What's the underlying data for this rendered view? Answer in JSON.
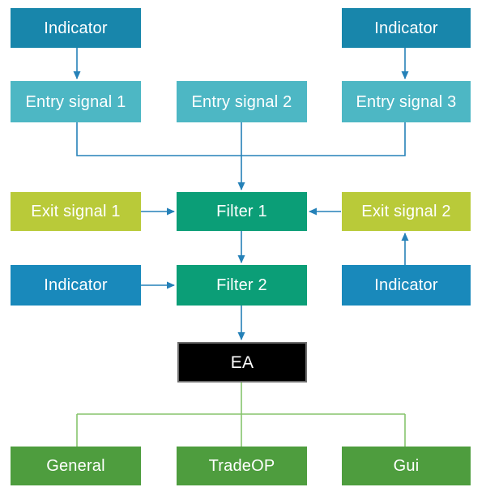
{
  "diagram": {
    "nodes": {
      "indicator_top_left": {
        "label": "Indicator"
      },
      "indicator_top_right": {
        "label": "Indicator"
      },
      "entry_signal_1": {
        "label": "Entry signal 1"
      },
      "entry_signal_2": {
        "label": "Entry signal 2"
      },
      "entry_signal_3": {
        "label": "Entry signal 3"
      },
      "exit_signal_1": {
        "label": "Exit signal 1"
      },
      "filter_1": {
        "label": "Filter 1"
      },
      "exit_signal_2": {
        "label": "Exit signal 2"
      },
      "indicator_mid_left": {
        "label": "Indicator"
      },
      "filter_2": {
        "label": "Filter 2"
      },
      "indicator_mid_right": {
        "label": "Indicator"
      },
      "ea": {
        "label": "EA"
      },
      "general": {
        "label": "General"
      },
      "tradeop": {
        "label": "TradeOP"
      },
      "gui": {
        "label": "Gui"
      }
    },
    "colors": {
      "indicator_top": "#1886ab",
      "entry_signal": "#4db7c4",
      "exit_signal": "#b9ca39",
      "filter_green": "#0b9e77",
      "indicator_mid": "#1989bb",
      "ea_fill": "#000000",
      "ea_border": "#6e6e6e",
      "module_green": "#4e9d3e",
      "arrow_blue": "#2581b8",
      "line_green": "#86c46c",
      "text": "#ffffff"
    },
    "edges": [
      "indicator_top_left -> entry_signal_1",
      "indicator_top_right -> entry_signal_3",
      "entry_signal_1 + entry_signal_2 + entry_signal_3 -> filter_1",
      "exit_signal_1 -> filter_1",
      "exit_signal_2 -> filter_1",
      "filter_1 -> filter_2",
      "indicator_mid_left -> filter_2",
      "indicator_mid_right -> exit_signal_2",
      "filter_2 -> ea",
      "ea -> general",
      "ea -> tradeop",
      "ea -> gui"
    ]
  }
}
